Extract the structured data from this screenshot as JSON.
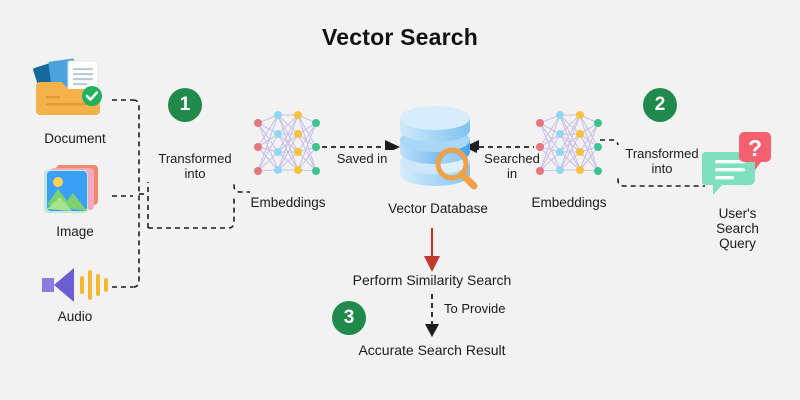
{
  "page": {
    "title": "Vector Search",
    "background_color": "#f2f2f2",
    "accent_green": "#1f8a4c",
    "arrow_red": "#c0392b"
  },
  "inputs": [
    {
      "id": "document",
      "label": "Document",
      "icon": "document-folder-icon"
    },
    {
      "id": "image",
      "label": "Image",
      "icon": "image-photo-icon"
    },
    {
      "id": "audio",
      "label": "Audio",
      "icon": "audio-speaker-icon"
    }
  ],
  "steps": [
    {
      "number": "1"
    },
    {
      "number": "2"
    },
    {
      "number": "3"
    }
  ],
  "connectors": {
    "transformed_into_left": "Transformed\ninto",
    "transformed_into_left_line1": "Transformed",
    "transformed_into_left_line2": "into",
    "saved_in": "Saved in",
    "searched_in_line1": "Searched",
    "searched_in_line2": "in",
    "transformed_into_right_line1": "Transformed",
    "transformed_into_right_line2": "into",
    "to_provide": "To Provide"
  },
  "nodes": {
    "embeddings_left": {
      "label": "Embeddings",
      "icon": "neural-network-icon"
    },
    "embeddings_right": {
      "label": "Embeddings",
      "icon": "neural-network-icon"
    },
    "vector_database": {
      "label": "Vector Database",
      "icon": "database-search-icon"
    },
    "user_query": {
      "label_line1": "User's",
      "label_line2": "Search",
      "label_line3": "Query",
      "icon": "chat-question-icon"
    },
    "similarity_search": {
      "label": "Perform Similarity Search"
    },
    "result": {
      "label": "Accurate Search Result"
    }
  },
  "neural_network": {
    "layers": [
      {
        "count": 3,
        "color": "#e8757c"
      },
      {
        "count": 4,
        "color": "#8fd8f2"
      },
      {
        "count": 4,
        "color": "#f4c23c"
      },
      {
        "count": 3,
        "color": "#3ec28f"
      }
    ],
    "edge_color": "#c9bfe8"
  }
}
